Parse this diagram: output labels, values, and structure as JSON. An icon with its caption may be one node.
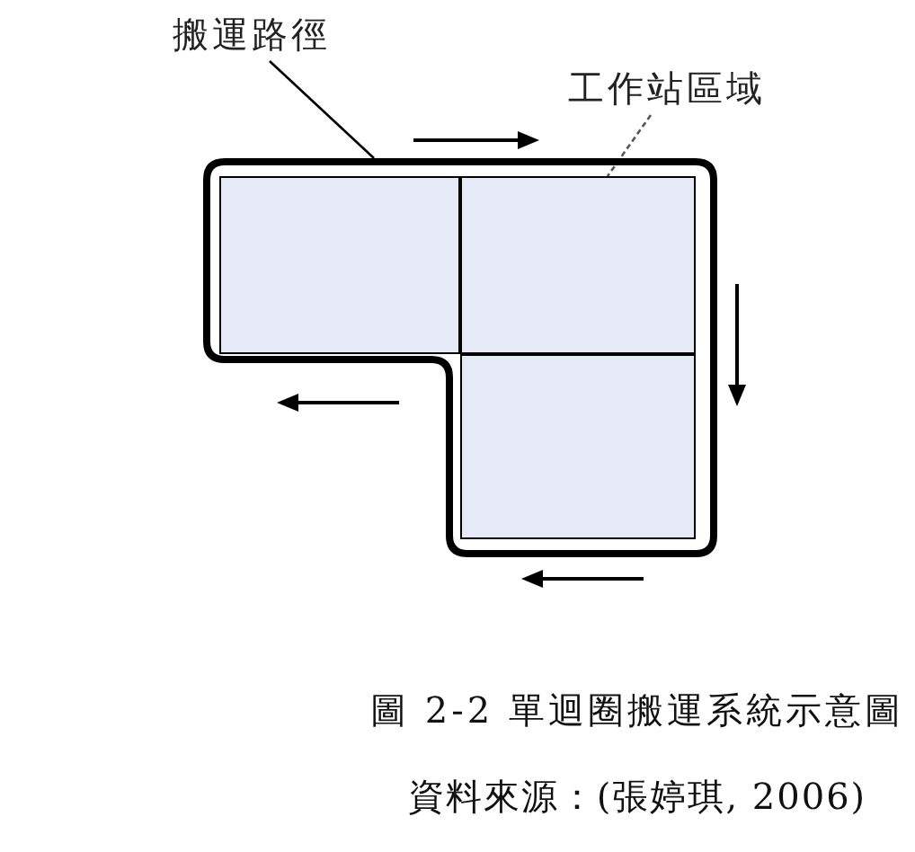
{
  "diagram": {
    "caption": "圖 2-2 單迴圈搬運系統示意圖",
    "nodes": [
      {
        "text": [
          "搬運路徑"
        ]
      },
      {
        "text": [
          "工作站區域"
        ]
      },
      {
        "text": [],
        "shape": "box"
      },
      {
        "text": [],
        "shape": "box",
        "in": 2
      },
      {
        "text": [],
        "shape": "box",
        "in": 2
      },
      {
        "text": [],
        "shape": "box",
        "in": 2
      }
    ],
    "edges": [
      {
        "from": 0,
        "to": 2,
        "arrow": "none"
      },
      {
        "from": 1,
        "to": 4,
        "arrow": "none",
        "style": "dashed"
      }
    ],
    "labels": [
      "資料來源：(張婷琪, 2006)"
    ]
  }
}
